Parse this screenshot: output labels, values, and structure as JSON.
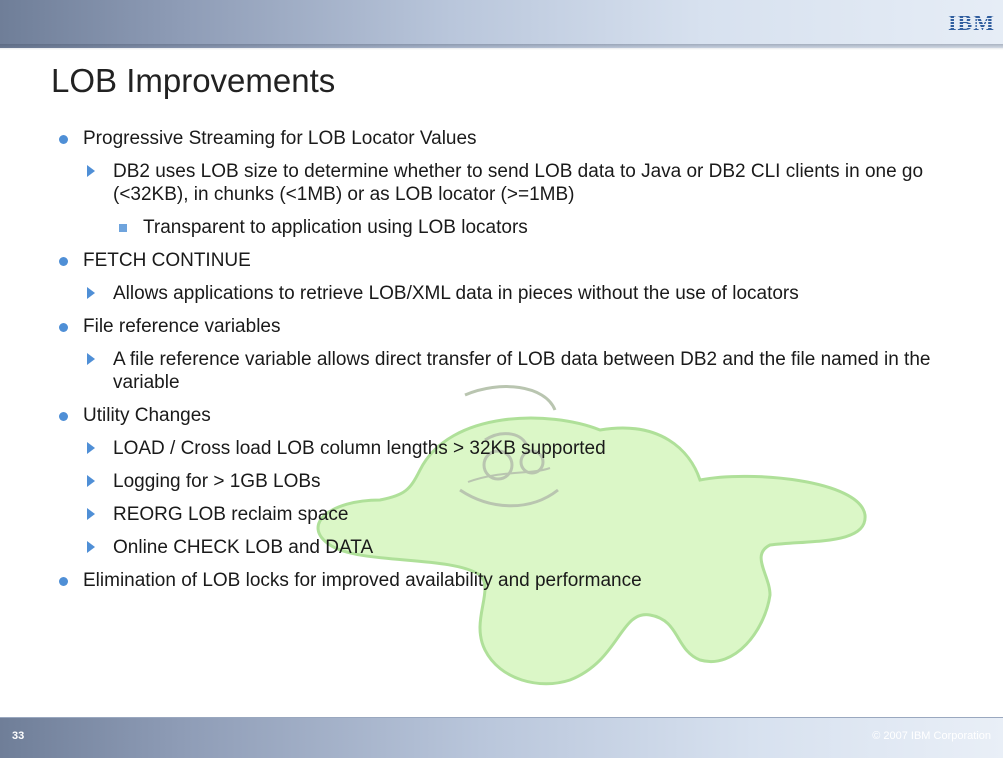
{
  "header": {
    "logo": "IBM",
    "title": "LOB Improvements"
  },
  "bullets": [
    {
      "level": 1,
      "text": "Progressive Streaming for LOB Locator Values"
    },
    {
      "level": 2,
      "text": "DB2 uses LOB size to determine whether to send LOB data to Java or DB2 CLI clients in one go (<32KB), in chunks (<1MB) or as LOB locator (>=1MB)"
    },
    {
      "level": 3,
      "text": "Transparent to application using LOB locators"
    },
    {
      "level": 1,
      "text": "FETCH CONTINUE"
    },
    {
      "level": 2,
      "text": "Allows applications to retrieve LOB/XML data in pieces without the use of locators"
    },
    {
      "level": 1,
      "text": "File reference variables"
    },
    {
      "level": 2,
      "text": "A file reference variable allows direct transfer of LOB data between DB2 and the file named in the variable"
    },
    {
      "level": 1,
      "text": "Utility Changes"
    },
    {
      "level": 2,
      "text": "LOAD / Cross load LOB column lengths > 32KB supported"
    },
    {
      "level": 2,
      "text": "Logging for > 1GB LOBs"
    },
    {
      "level": 2,
      "text": "REORG LOB reclaim space"
    },
    {
      "level": 2,
      "text": "Online CHECK LOB and DATA"
    },
    {
      "level": 1,
      "text": "Elimination of LOB locks for improved availability and performance"
    }
  ],
  "footer": {
    "page_number": "33",
    "copyright": "© 2007 IBM Corporation"
  },
  "colors": {
    "bullet": "#4f8fd6",
    "mascot_fill": "#d8f7c2",
    "mascot_stroke": "#a7dd8f"
  }
}
